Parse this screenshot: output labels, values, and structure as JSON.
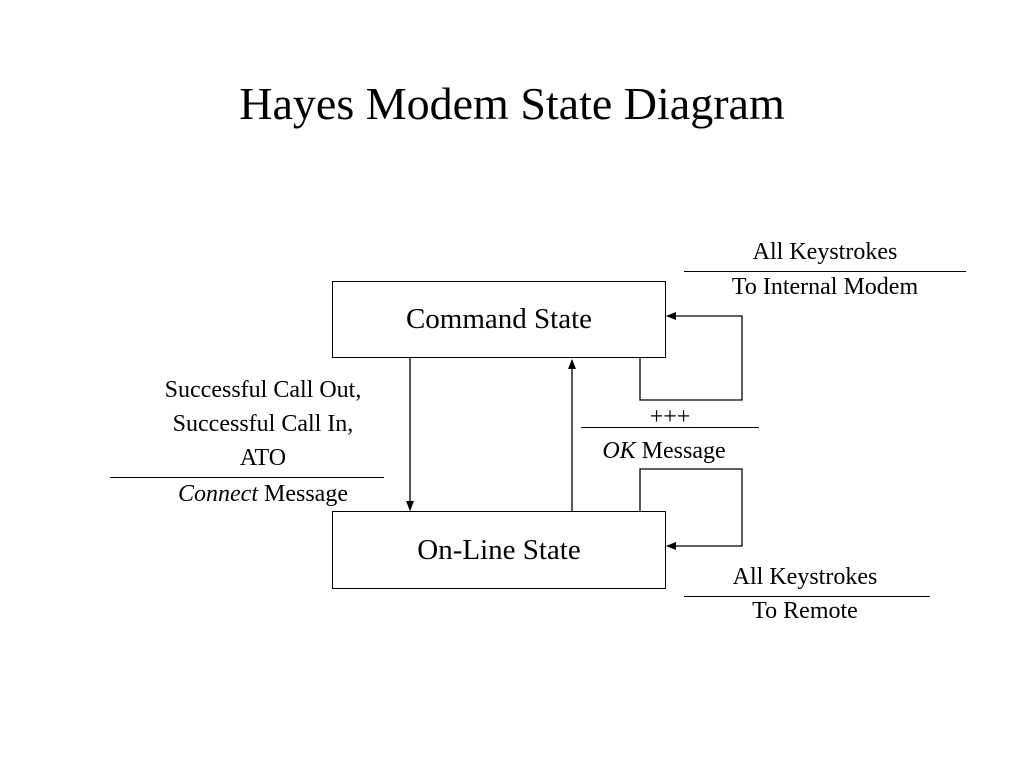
{
  "title": "Hayes Modem State Diagram",
  "states": {
    "command": "Command State",
    "online": "On-Line State"
  },
  "transitions": {
    "command_self_loop": {
      "above": "All Keystrokes",
      "below": "To Internal Modem"
    },
    "command_to_online": {
      "above": [
        "Successful Call Out,",
        "Successful Call In,",
        "ATO"
      ],
      "below_italic": "Connect",
      "below_rest": " Message"
    },
    "online_to_command": {
      "above": "+++",
      "below_italic": "OK",
      "below_rest": " Message"
    },
    "online_self_loop": {
      "above": "All Keystrokes",
      "below": "To Remote"
    }
  }
}
